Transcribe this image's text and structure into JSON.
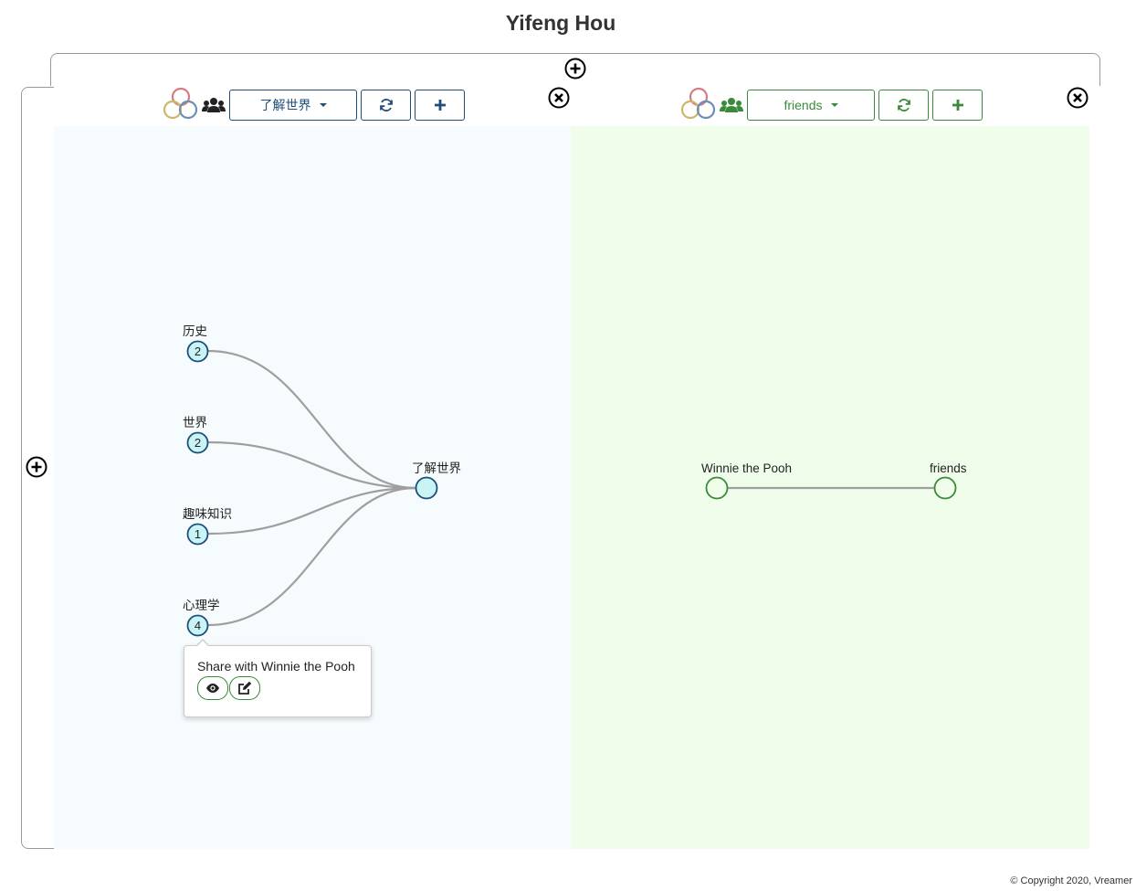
{
  "page": {
    "title": "Yifeng Hou",
    "footer": "© Copyright 2020, Vreamer"
  },
  "colors": {
    "blue_accent": "#1f4e79",
    "green_accent": "#3a8a3a",
    "left_panel_bg": "#f6fcfd",
    "right_panel_bg": "#f1fdeb",
    "node_fill_blue": "#c8f4f6",
    "edge_color": "#a09ea0"
  },
  "left_panel": {
    "dropdown_label": "了解世界",
    "icons": [
      "rings-icon",
      "group-icon",
      "caret-down-icon",
      "refresh-icon",
      "plus-icon",
      "close-icon"
    ],
    "graph": {
      "root": {
        "label": "了解世界"
      },
      "children": [
        {
          "label": "历史",
          "count": "2"
        },
        {
          "label": "世界",
          "count": "2"
        },
        {
          "label": "趣味知识",
          "count": "1"
        },
        {
          "label": "心理学",
          "count": "4"
        }
      ]
    }
  },
  "right_panel": {
    "dropdown_label": "friends",
    "icons": [
      "rings-icon",
      "group-icon",
      "caret-down-icon",
      "refresh-icon",
      "plus-icon",
      "close-icon"
    ],
    "graph": {
      "nodes": [
        {
          "label": "Winnie the Pooh"
        },
        {
          "label": "friends"
        }
      ]
    }
  },
  "popover": {
    "text": "Share with Winnie the Pooh",
    "buttons": [
      "eye-icon",
      "edit-icon"
    ]
  }
}
